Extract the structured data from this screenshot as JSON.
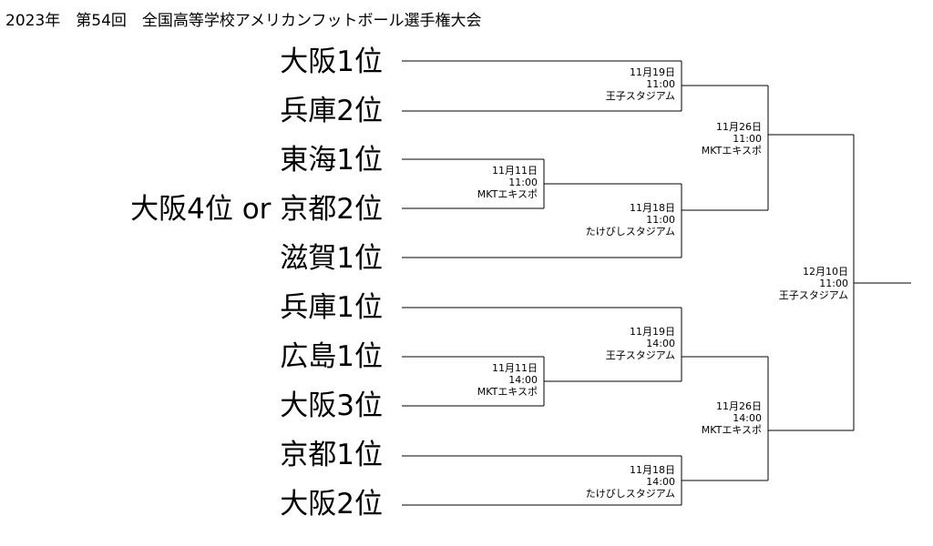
{
  "title": "2023年　第54回　全国高等学校アメリカンフットボール選手権大会",
  "teams": [
    "大阪1位",
    "兵庫2位",
    "東海1位",
    "大阪4位 or 京都2位",
    "滋賀1位",
    "兵庫1位",
    "広島1位",
    "大阪3位",
    "京都1位",
    "大阪2位"
  ],
  "matches": [
    {
      "date": "11月11日",
      "time": "11:00",
      "venue": "MKTエキスポ"
    },
    {
      "date": "11月11日",
      "time": "14:00",
      "venue": "MKTエキスポ"
    },
    {
      "date": "11月19日",
      "time": "11:00",
      "venue": "王子スタジアム"
    },
    {
      "date": "11月18日",
      "time": "11:00",
      "venue": "たけびしスタジアム"
    },
    {
      "date": "11月19日",
      "time": "14:00",
      "venue": "王子スタジアム"
    },
    {
      "date": "11月18日",
      "time": "14:00",
      "venue": "たけびしスタジアム"
    },
    {
      "date": "11月26日",
      "time": "11:00",
      "venue": "MKTエキスポ"
    },
    {
      "date": "11月26日",
      "time": "14:00",
      "venue": "MKTエキスポ"
    },
    {
      "date": "12月10日",
      "time": "11:00",
      "venue": "王子スタジアム"
    }
  ]
}
